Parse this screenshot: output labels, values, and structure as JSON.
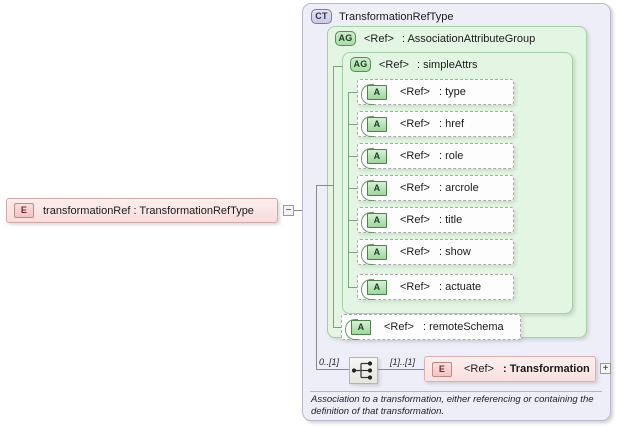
{
  "diagram": {
    "type": "xsd-schema-diagram",
    "root_element": {
      "badge": "E",
      "label": "transformationRef : TransformationRefType",
      "toggle": "−"
    },
    "complex_type": {
      "badge": "CT",
      "title": "TransformationRefType"
    },
    "attribute_group_outer": {
      "badge": "AG",
      "ref": "<Ref>",
      "name": ": AssociationAttributeGroup"
    },
    "attribute_group_inner": {
      "badge": "AG",
      "ref": "<Ref>",
      "name": ": simpleAttrs"
    },
    "attributes": [
      {
        "badge": "A",
        "ref": "<Ref>",
        "name": ": type"
      },
      {
        "badge": "A",
        "ref": "<Ref>",
        "name": ": href"
      },
      {
        "badge": "A",
        "ref": "<Ref>",
        "name": ": role"
      },
      {
        "badge": "A",
        "ref": "<Ref>",
        "name": ": arcrole"
      },
      {
        "badge": "A",
        "ref": "<Ref>",
        "name": ": title"
      },
      {
        "badge": "A",
        "ref": "<Ref>",
        "name": ": show"
      },
      {
        "badge": "A",
        "ref": "<Ref>",
        "name": ": actuate"
      }
    ],
    "remote_schema": {
      "badge": "A",
      "ref": "<Ref>",
      "name": ": remoteSchema"
    },
    "sequence": {
      "icon": "sequence-compositor-icon",
      "cardinality_left": "0..[1]",
      "cardinality_right": "[1]..[1]"
    },
    "child_element": {
      "badge": "E",
      "ref": "<Ref>",
      "name": ": Transformation",
      "toggle": "+"
    },
    "description": "Association to a transformation, either referencing or containing the definition of that transformation.",
    "colors": {
      "complex_type_bg": "#eeeef8",
      "attribute_group_bg": "#e3f5e3",
      "element_bg": "#fae0e0",
      "connector": "#8a8a8a"
    }
  }
}
